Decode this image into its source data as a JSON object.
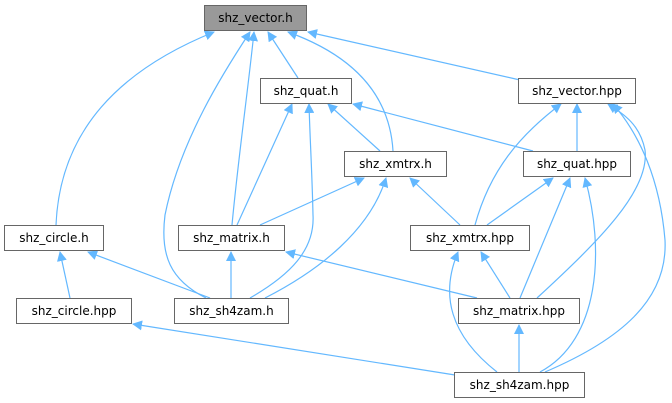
{
  "diagram": {
    "type": "include-dependency-graph",
    "colors": {
      "edge": "#63b8ff",
      "root_fill": "#999999",
      "node_fill": "#ffffff",
      "node_border": "#666666"
    },
    "nodes": [
      {
        "id": "vector_h",
        "label": "shz_vector.h",
        "root": true
      },
      {
        "id": "quat_h",
        "label": "shz_quat.h"
      },
      {
        "id": "vector_hpp",
        "label": "shz_vector.hpp"
      },
      {
        "id": "xmtrx_h",
        "label": "shz_xmtrx.h"
      },
      {
        "id": "quat_hpp",
        "label": "shz_quat.hpp"
      },
      {
        "id": "circle_h",
        "label": "shz_circle.h"
      },
      {
        "id": "matrix_h",
        "label": "shz_matrix.h"
      },
      {
        "id": "xmtrx_hpp",
        "label": "shz_xmtrx.hpp"
      },
      {
        "id": "circle_hpp",
        "label": "shz_circle.hpp"
      },
      {
        "id": "sh4zam_h",
        "label": "shz_sh4zam.h"
      },
      {
        "id": "matrix_hpp",
        "label": "shz_matrix.hpp"
      },
      {
        "id": "sh4zam_hpp",
        "label": "shz_sh4zam.hpp"
      }
    ],
    "edges": [
      {
        "from": "circle_h",
        "to": "vector_h"
      },
      {
        "from": "sh4zam_h",
        "to": "vector_h"
      },
      {
        "from": "matrix_h",
        "to": "vector_h"
      },
      {
        "from": "quat_h",
        "to": "vector_h"
      },
      {
        "from": "xmtrx_h",
        "to": "vector_h"
      },
      {
        "from": "vector_hpp",
        "to": "vector_h"
      },
      {
        "from": "matrix_h",
        "to": "quat_h"
      },
      {
        "from": "sh4zam_h",
        "to": "quat_h"
      },
      {
        "from": "xmtrx_h",
        "to": "quat_h"
      },
      {
        "from": "quat_hpp",
        "to": "quat_h"
      },
      {
        "from": "matrix_h",
        "to": "xmtrx_h"
      },
      {
        "from": "sh4zam_h",
        "to": "xmtrx_h"
      },
      {
        "from": "xmtrx_hpp",
        "to": "xmtrx_h"
      },
      {
        "from": "xmtrx_hpp",
        "to": "vector_hpp"
      },
      {
        "from": "quat_hpp",
        "to": "vector_hpp"
      },
      {
        "from": "matrix_hpp",
        "to": "vector_hpp"
      },
      {
        "from": "sh4zam_hpp",
        "to": "vector_hpp"
      },
      {
        "from": "xmtrx_hpp",
        "to": "quat_hpp"
      },
      {
        "from": "matrix_hpp",
        "to": "quat_hpp"
      },
      {
        "from": "sh4zam_hpp",
        "to": "quat_hpp"
      },
      {
        "from": "circle_hpp",
        "to": "circle_h"
      },
      {
        "from": "sh4zam_h",
        "to": "circle_h"
      },
      {
        "from": "sh4zam_h",
        "to": "matrix_h"
      },
      {
        "from": "matrix_hpp",
        "to": "matrix_h"
      },
      {
        "from": "matrix_hpp",
        "to": "xmtrx_hpp"
      },
      {
        "from": "sh4zam_hpp",
        "to": "xmtrx_hpp"
      },
      {
        "from": "sh4zam_hpp",
        "to": "circle_hpp"
      },
      {
        "from": "sh4zam_hpp",
        "to": "matrix_hpp"
      }
    ]
  }
}
